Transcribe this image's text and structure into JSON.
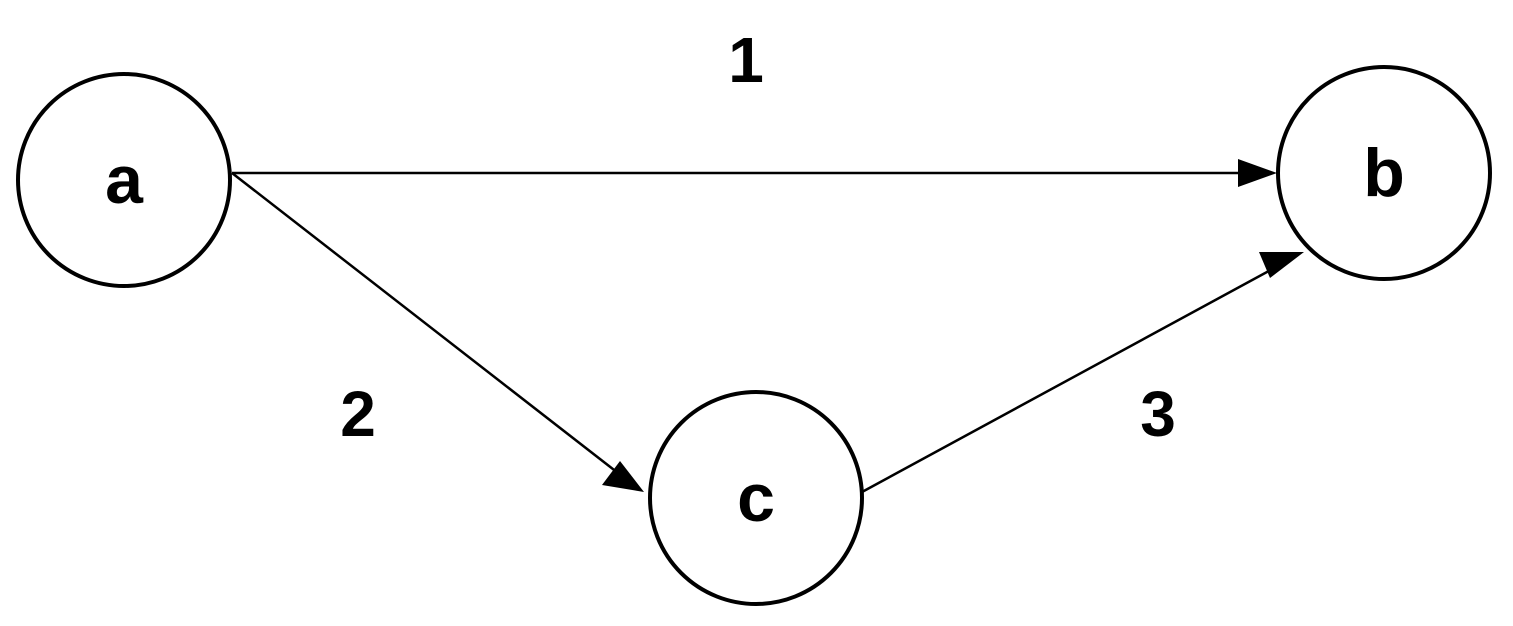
{
  "diagram": {
    "nodes": [
      {
        "id": "a",
        "label": "a"
      },
      {
        "id": "b",
        "label": "b"
      },
      {
        "id": "c",
        "label": "c"
      }
    ],
    "edges": [
      {
        "from": "a",
        "to": "b",
        "label": "1"
      },
      {
        "from": "a",
        "to": "c",
        "label": "2"
      },
      {
        "from": "c",
        "to": "b",
        "label": "3"
      }
    ]
  },
  "colors": {
    "stroke": "#000000",
    "background": "#ffffff"
  }
}
